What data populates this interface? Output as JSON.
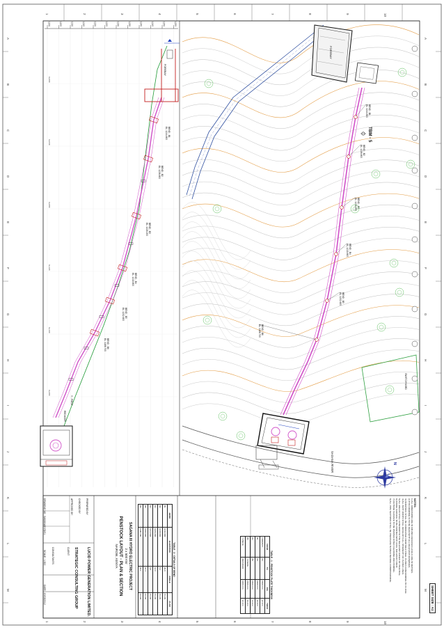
{
  "sheet": {
    "size_label": "SHEET SIZE : A1",
    "border_letters": [
      "A",
      "B",
      "C",
      "D",
      "E",
      "F",
      "G",
      "H",
      "I",
      "J",
      "K",
      "L",
      "M"
    ],
    "border_numbers": [
      "1",
      "2",
      "3",
      "4",
      "5",
      "6",
      "7",
      "8",
      "9",
      "10"
    ]
  },
  "plan": {
    "forebay_label": "FOREBAY",
    "tbm_label": "TBM - 5",
    "switchyard_label": "SWITCHYARD",
    "river_label": "SAGANA RIVER",
    "north_label": "N",
    "bends": [
      {
        "name": "BEND - B1",
        "el": "EL. 1244.800"
      },
      {
        "name": "BEND - B2",
        "el": "EL. 1238.800"
      },
      {
        "name": "BEND - B3",
        "el": "EL. 1226.200"
      },
      {
        "name": "BEND - B4",
        "el": "EL. 1213.800"
      },
      {
        "name": "BEND - B5",
        "el": "EL. 1202.600"
      },
      {
        "name": "BEND - B6",
        "el": "EL. 1188.700"
      }
    ]
  },
  "section": {
    "forebay_label": "FOREBAY",
    "elevation_ticks": [
      "1200",
      "1205",
      "1210",
      "1215",
      "1220",
      "1225",
      "1230",
      "1235",
      "1240",
      "1245",
      "1250",
      "1255"
    ],
    "chainage_labels": [
      "0+000",
      "0+040",
      "0+080",
      "0+120",
      "0+160",
      "0+200"
    ],
    "bends": [
      {
        "name": "BEND - B1",
        "el": "EL. 1244.800"
      },
      {
        "name": "BEND - B2",
        "el": "EL. 1238.800"
      },
      {
        "name": "BEND - B3",
        "el": "EL. 1226.200"
      },
      {
        "name": "BEND - B4",
        "el": "EL. 1213.800"
      },
      {
        "name": "BEND - B5",
        "el": "EL. 1202.600"
      },
      {
        "name": "BEND - B6",
        "el": "EL. 1188.700"
      }
    ],
    "reducer_label": "REDUCER",
    "y_piece_label": "Y - PIECE"
  },
  "notes": {
    "title": "NOTES:",
    "items": [
      "1) ALL DIMENSIONS ARE IN MM AND REDUCED LEVELS ARE IN METRES.",
      "2) THIS DRAWING IS TO BE READ WITH ALL RELEVANT DRAWINGS.",
      "3) PENSTOCK SHALL BE FABRICATED FROM MILD STEEL PLATES CONFORMING TO IS 2062.",
      "4) ALL BUTT JOINTS SHALL DEVELOP FULL STRENGTH OF PLATES USED.",
      "5) ALL WELDS SHALL CONFORM TO THE RELEVANT CODES OF PRACTICE.",
      "6) INSIDE SURFACE TO BE PAINTED WITH COAL TAR EPOXY PAINT.",
      "7) OUTSIDE SURFACE TO BE PAINTED AFTER CLEANING AND PRIMING.",
      "8) ALL PIPE SECTIONS SHALL BE PRESSURE TESTED BEFORE COMMISSIONING."
    ]
  },
  "table1": {
    "title": "TABLE - 1 : PENSTOCK PLATE THICKNESS",
    "headers": [
      "FROM",
      "TO",
      "DIA",
      "THICK"
    ],
    "rows": [
      [
        "FOREBAY",
        "B1",
        "1500 mm",
        "12 mm"
      ],
      [
        "B1",
        "B3",
        "1500 mm",
        "12 mm"
      ],
      [
        "B3",
        "B5",
        "1500 mm",
        "14 mm"
      ],
      [
        "B5",
        "Y-PIECE",
        "1500 mm",
        "16 mm"
      ],
      [
        "Y-PIECE",
        "REDUCER",
        "1000 mm",
        "12 mm"
      ]
    ]
  },
  "table2": {
    "title": "TABLE - 2 : DETAILS OF BEND",
    "headers": [
      "BEND",
      "ELEVATION",
      "ANGLE",
      "PLAN"
    ],
    "rows": [
      [
        "B1",
        "1244.800",
        "29.0",
        "PLAN"
      ],
      [
        "B2",
        "1238.800",
        "8.3",
        "PLAN"
      ],
      [
        "B3",
        "1226.200",
        "12.6",
        "PLAN"
      ],
      [
        "B4",
        "1213.800",
        "9.8",
        "PLAN"
      ],
      [
        "B5",
        "1202.600",
        "15.4",
        "PLAN"
      ],
      [
        "B6",
        "1188.700",
        "22.1",
        "PLAN"
      ]
    ]
  },
  "title_block": {
    "prepared_by": "PREPARED BY",
    "checked_by": "CHECKED BY",
    "approved_by": "APPROVED BY",
    "client_label": "CLIENT",
    "consultants_label": "CONSULTANTS",
    "project": "SAGANA III HYDRO ELECTRIC PROJECT",
    "capacity": "2 x 500 KW",
    "drawing_title": "PENSTOCK LAYOUT - PLAN & SECTION",
    "location": "NAIROBI, KENYA",
    "client": "LUCID POWER GENERATION LIMITED.",
    "consultant": "STRATEGIC CONSULTING GROUP",
    "drawing_no": "DRAWING NO : SAGANA/HYD/01",
    "scale": "SCALE : 1:500",
    "date": "DATE : 20/03/2012"
  }
}
